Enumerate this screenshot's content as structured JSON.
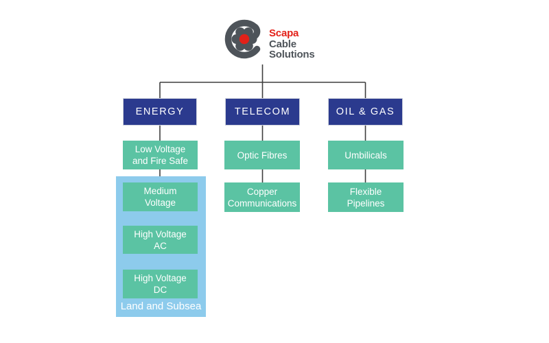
{
  "logo": {
    "brand_line1": "Scapa",
    "brand_line2": "Cable",
    "brand_line3": "Solutions"
  },
  "columns": {
    "energy": {
      "header": "ENERGY",
      "items": {
        "low_voltage": "Low Voltage\nand Fire Safe",
        "medium_voltage": "Medium\nVoltage",
        "high_voltage_ac": "High Voltage\nAC",
        "high_voltage_dc": "High Voltage\nDC"
      },
      "group_label": "Land and Subsea"
    },
    "telecom": {
      "header": "TELECOM",
      "items": {
        "optic_fibres": "Optic Fibres",
        "copper_communications": "Copper\nCommunications"
      }
    },
    "oil_gas": {
      "header": "OIL & GAS",
      "items": {
        "umbilicals": "Umbilicals",
        "flexible_pipelines": "Flexible\nPipelines"
      }
    }
  },
  "colors": {
    "header_bg": "#2B3A8E",
    "item_bg": "#5BC3A3",
    "group_bg": "#8DCBEC",
    "connector": "#3D3D3D",
    "brand_red": "#E32119",
    "brand_gray": "#4E545A"
  }
}
